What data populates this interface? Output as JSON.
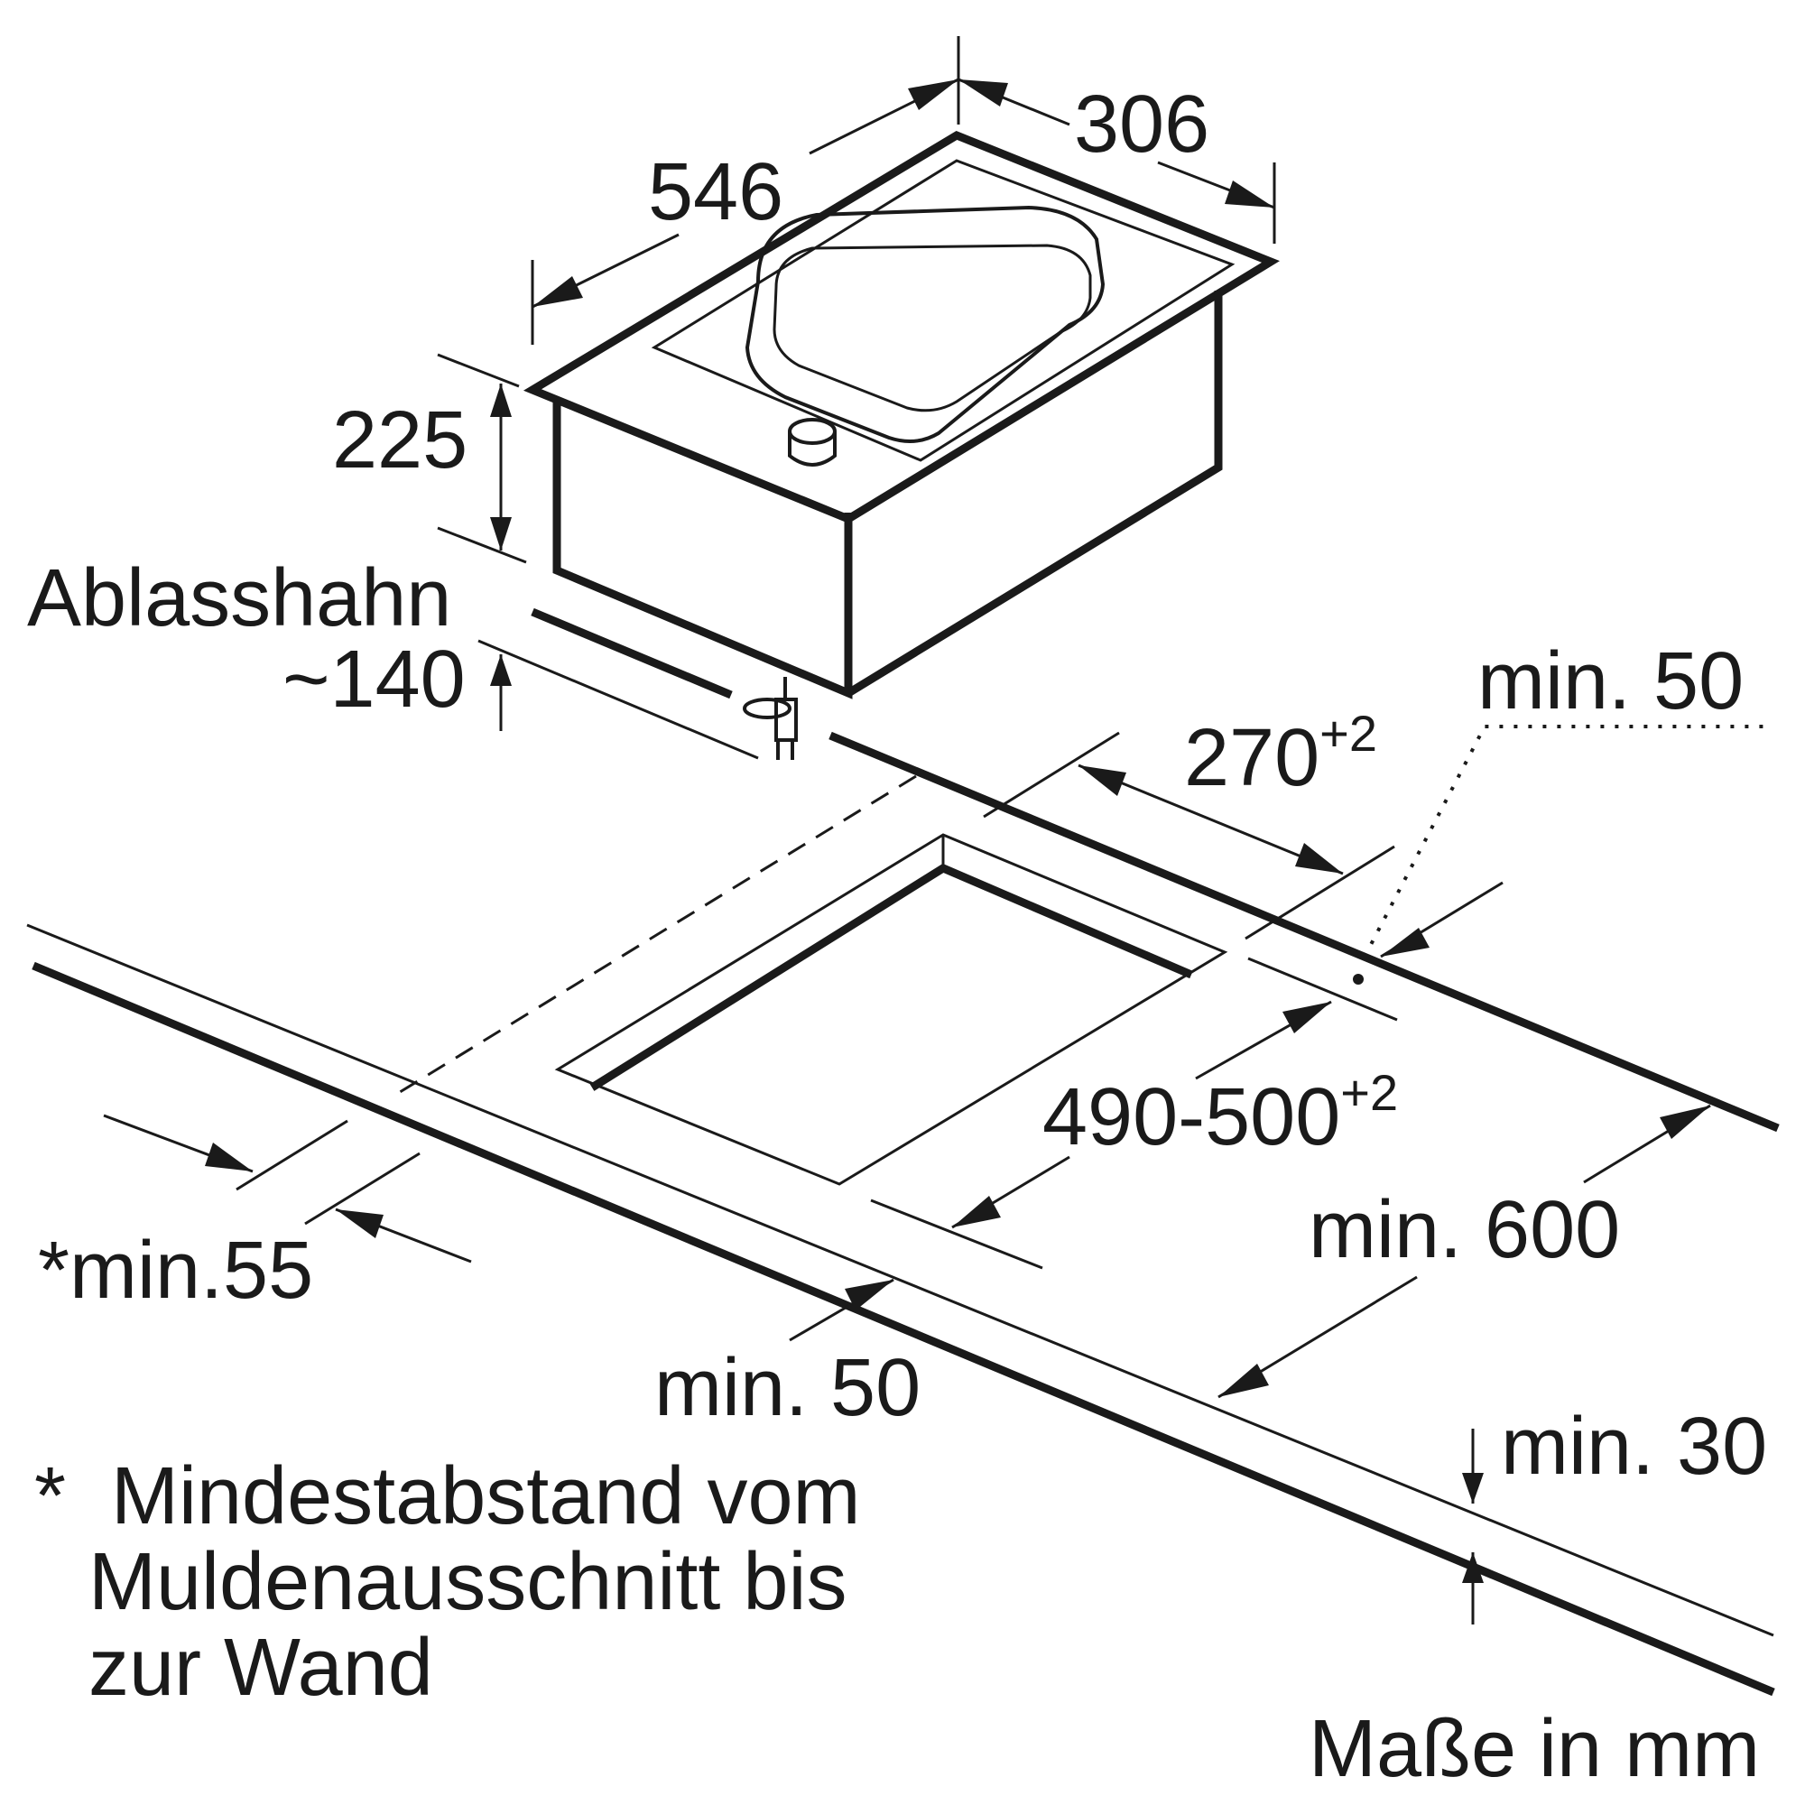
{
  "labels": {
    "dim_width": "306",
    "dim_length": "546",
    "dim_height": "225",
    "drain_label": "Ablasshahn",
    "drain_dim": "~140",
    "cut_width_base": "270",
    "cut_width_tol": "+2",
    "cut_length_base": "490-500",
    "cut_length_tol": "+2",
    "min_back": "min. 50",
    "min_depth": "min. 600",
    "min_side": "*min.55",
    "min_front": "min. 50",
    "min_thickness": "min. 30",
    "footnote_line1": "*  Mindestabstand vom",
    "footnote_line2": "Muldenausschnitt bis",
    "footnote_line3": "zur Wand",
    "units": "Maße in mm"
  },
  "colors": {
    "ink": "#1a1a1a",
    "background": "#ffffff"
  }
}
